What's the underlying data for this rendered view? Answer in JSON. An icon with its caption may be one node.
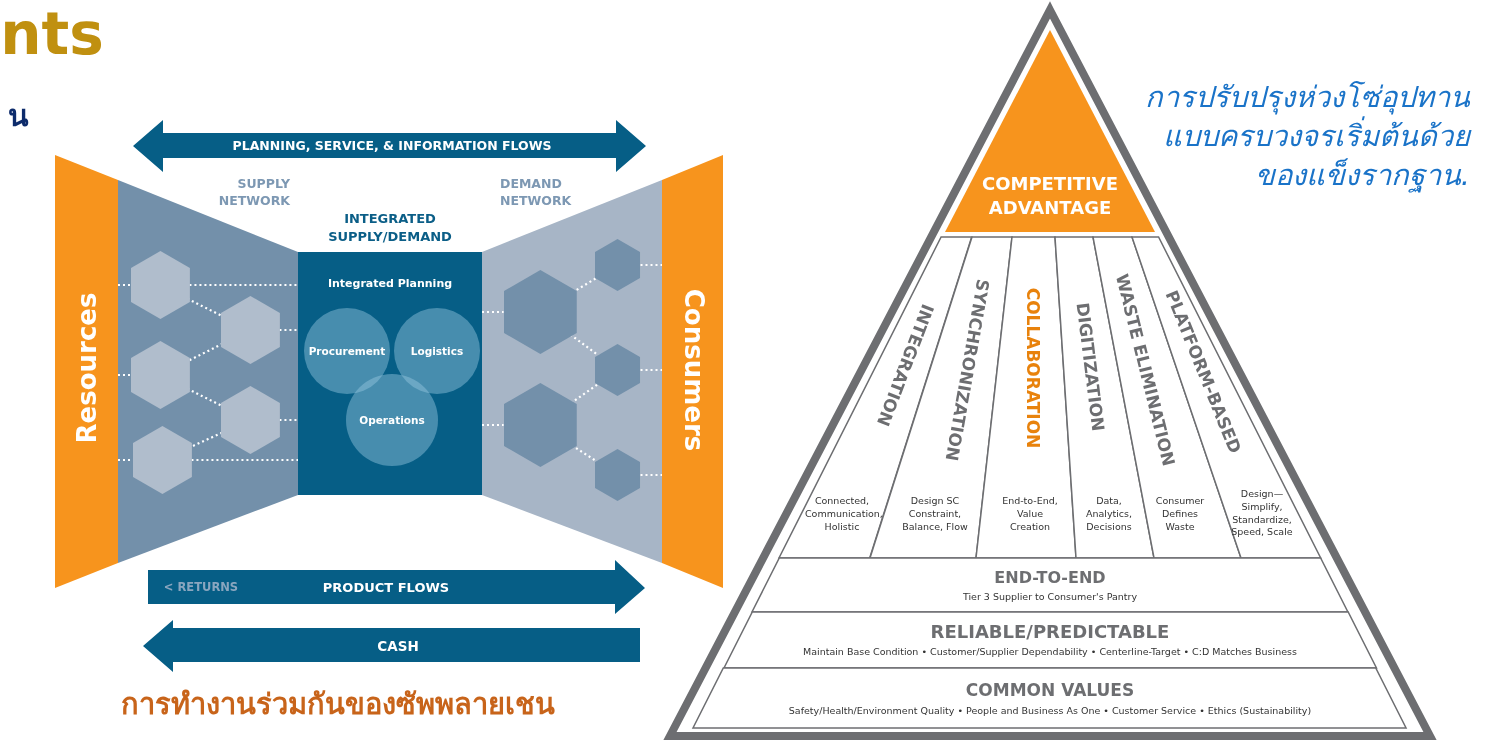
{
  "diagram": {
    "nodes": [
      {
        "text": [
          "Resources"
        ]
      },
      {
        "text": [
          "SUPPLY NETWORK"
        ]
      },
      {
        "text": [],
        "shape": "hexagon",
        "in": 1
      },
      {
        "text": [],
        "shape": "hexagon",
        "in": 1
      },
      {
        "text": [],
        "shape": "hexagon",
        "in": 1
      },
      {
        "text": [],
        "shape": "hexagon",
        "in": 1
      },
      {
        "text": [],
        "shape": "hexagon",
        "in": 1
      },
      {
        "text": [
          "INTEGRATED SUPPLY/DEMAND",
          "Integrated Planning"
        ]
      },
      {
        "text": [
          "Procurement"
        ],
        "in": 7
      },
      {
        "text": [
          "Logistics"
        ],
        "in": 7
      },
      {
        "text": [
          "Operations"
        ],
        "in": 7
      },
      {
        "text": [
          "DEMAND NETWORK"
        ]
      },
      {
        "text": [],
        "shape": "hexagon",
        "in": 11
      },
      {
        "text": [],
        "shape": "hexagon",
        "in": 11
      },
      {
        "text": [],
        "shape": "hexagon",
        "in": 11
      },
      {
        "text": [],
        "shape": "hexagon",
        "in": 11
      },
      {
        "text": [],
        "shape": "hexagon",
        "in": 11
      },
      {
        "text": [
          "Consumers"
        ]
      },
      {
        "text": [
          "COMPETITIVE ADVANTAGE"
        ]
      },
      {
        "text": [
          "INTEGRATION",
          "Connected, Communication, Holistic"
        ]
      },
      {
        "text": [
          "SYNCHRONIZATION",
          "Design SC Constraint, Balance, Flow"
        ]
      },
      {
        "text": [
          "COLLABORATION",
          "End-to-End, Value Creation"
        ]
      },
      {
        "text": [
          "DIGITIZATION",
          "Data, Analytics, Decisions"
        ]
      },
      {
        "text": [
          "WASTE ELIMINATION",
          "Consumer Defines Waste"
        ]
      },
      {
        "text": [
          "PLATFORM-BASED",
          "Design— Simplify, Standardize, Speed, Scale"
        ]
      },
      {
        "text": [
          "END-TO-END",
          "Tier 3 Supplier to Consumer's Pantry"
        ]
      },
      {
        "text": [
          "RELIABLE/PREDICTABLE",
          "Maintain Base Condition • Customer/Supplier Dependability • Centerline-Target • C:D Matches Business"
        ]
      },
      {
        "text": [
          "COMMON VALUES",
          "Safety/Health/Environment Quality • People and Business As One • Customer Service • Ethics (Sustainability)"
        ]
      }
    ],
    "edges": [
      {
        "from": 0,
        "to": 2,
        "arrow": "none",
        "style": "dashed"
      },
      {
        "from": 0,
        "to": 3,
        "arrow": "none",
        "style": "dashed"
      },
      {
        "from": 0,
        "to": 4,
        "arrow": "none",
        "style": "dashed"
      },
      {
        "from": 2,
        "to": 5,
        "arrow": "none",
        "style": "dashed"
      },
      {
        "from": 5,
        "to": 3,
        "arrow": "none",
        "style": "dashed"
      },
      {
        "from": 3,
        "to": 6,
        "arrow": "none",
        "style": "dashed"
      },
      {
        "from": 6,
        "to": 4,
        "arrow": "none",
        "style": "dashed"
      },
      {
        "from": 2,
        "to": 7,
        "arrow": "none",
        "style": "dashed"
      },
      {
        "from": 5,
        "to": 7,
        "arrow": "none",
        "style": "dashed"
      },
      {
        "from": 6,
        "to": 7,
        "arrow": "none",
        "style": "dashed"
      },
      {
        "from": 4,
        "to": 7,
        "arrow": "none",
        "style": "dashed"
      },
      {
        "from": 7,
        "to": 12,
        "arrow": "none",
        "style": "dashed"
      },
      {
        "from": 7,
        "to": 13,
        "arrow": "none",
        "style": "dashed"
      },
      {
        "from": 12,
        "to": 14,
        "arrow": "none",
        "style": "dashed"
      },
      {
        "from": 12,
        "to": 15,
        "arrow": "none",
        "style": "dashed"
      },
      {
        "from": 13,
        "to": 15,
        "arrow": "none",
        "style": "dashed"
      },
      {
        "from": 13,
        "to": 16,
        "arrow": "none",
        "style": "dashed"
      },
      {
        "from": 14,
        "to": 17,
        "arrow": "none",
        "style": "dashed"
      },
      {
        "from": 15,
        "to": 17,
        "arrow": "none",
        "style": "dashed"
      },
      {
        "from": 16,
        "to": 17,
        "arrow": "none",
        "style": "dashed"
      }
    ],
    "labels": [
      "nts",
      "น",
      "PLANNING, SERVICE, & INFORMATION FLOWS",
      "การปรับปรุงห่วงโซ่อุปทานแบบครบวงจรเริ่มต้นด้วยของแข็งรากฐาน.",
      "< RETURNS",
      "PRODUCT FLOWS",
      "CASH",
      "การทำงานร่วมกันของซัพพลายเชน"
    ]
  }
}
